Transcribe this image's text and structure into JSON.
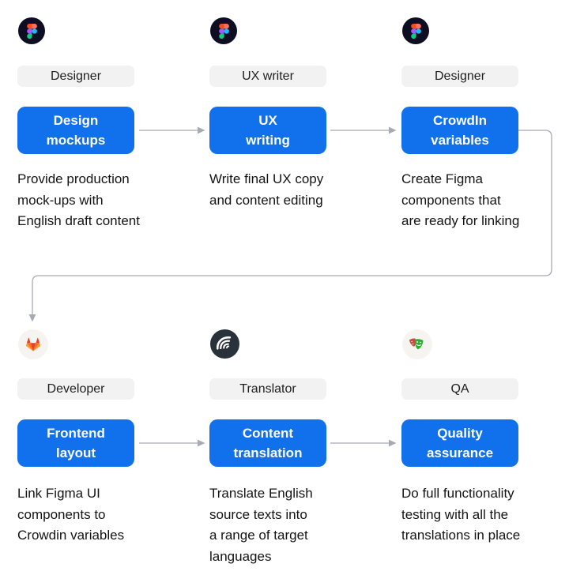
{
  "colors": {
    "accent_blue": "#1170EB",
    "arrow_gray": "#A7AAB2",
    "pill_bg": "#F2F2F2",
    "figma_circle": "#0D0E22",
    "crowdin_circle": "#29323B",
    "light_icon_circle": "#F5F4F1",
    "gitlab_red": "#E24329",
    "gitlab_orange": "#FC6D26",
    "playwright_green": "#2EAD33",
    "playwright_red": "#C94B42"
  },
  "steps": [
    {
      "role": "Designer",
      "title_lines": [
        "Design",
        "mockups"
      ],
      "desc_lines": [
        "Provide production",
        "mock-ups with",
        "English draft content"
      ],
      "icon": "figma"
    },
    {
      "role": "UX writer",
      "title_lines": [
        "UX",
        "writing"
      ],
      "desc_lines": [
        "Write final UX copy",
        "and content editing"
      ],
      "icon": "figma"
    },
    {
      "role": "Designer",
      "title_lines": [
        "CrowdIn",
        "variables"
      ],
      "desc_lines": [
        "Create Figma",
        "components that",
        "are ready for linking"
      ],
      "icon": "figma"
    },
    {
      "role": "Developer",
      "title_lines": [
        "Frontend",
        "layout"
      ],
      "desc_lines": [
        "Link Figma UI",
        "components to",
        "Crowdin variables"
      ],
      "icon": "gitlab"
    },
    {
      "role": "Translator",
      "title_lines": [
        "Content",
        "translation"
      ],
      "desc_lines": [
        "Translate English",
        "source texts into",
        "a range of target",
        "languages"
      ],
      "icon": "crowdin"
    },
    {
      "role": "QA",
      "title_lines": [
        "Quality",
        "assurance"
      ],
      "desc_lines": [
        "Do full functionality",
        "testing with all the",
        "translations in place"
      ],
      "icon": "playwright"
    }
  ]
}
